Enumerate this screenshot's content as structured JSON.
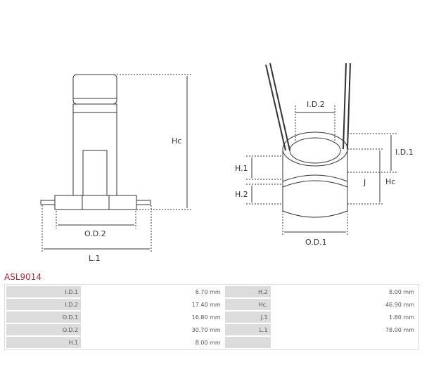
{
  "drawing": {
    "left": {
      "hc": "Hc",
      "od2": "O.D.2",
      "l1": "L.1"
    },
    "right": {
      "id2": "I.D.2",
      "id1": "I.D.1",
      "h1": "H.1",
      "h2": "H.2",
      "j": "J",
      "hc": "Hc",
      "od1": "O.D.1"
    }
  },
  "product_code": "ASL9014",
  "specs": [
    {
      "l1": "I.D.1",
      "v1": "6.70 mm",
      "l2": "H.2",
      "v2": "8.00 mm"
    },
    {
      "l1": "I.D.2",
      "v1": "17.40 mm",
      "l2": "Hc.",
      "v2": "46.90 mm"
    },
    {
      "l1": "O.D.1",
      "v1": "16.80 mm",
      "l2": "J.1",
      "v2": "1.80 mm"
    },
    {
      "l1": "O.D.2",
      "v1": "30.70 mm",
      "l2": "L.1",
      "v2": "78.00 mm"
    },
    {
      "l1": "H.1",
      "v1": "8.00 mm",
      "l2": "",
      "v2": ""
    }
  ]
}
